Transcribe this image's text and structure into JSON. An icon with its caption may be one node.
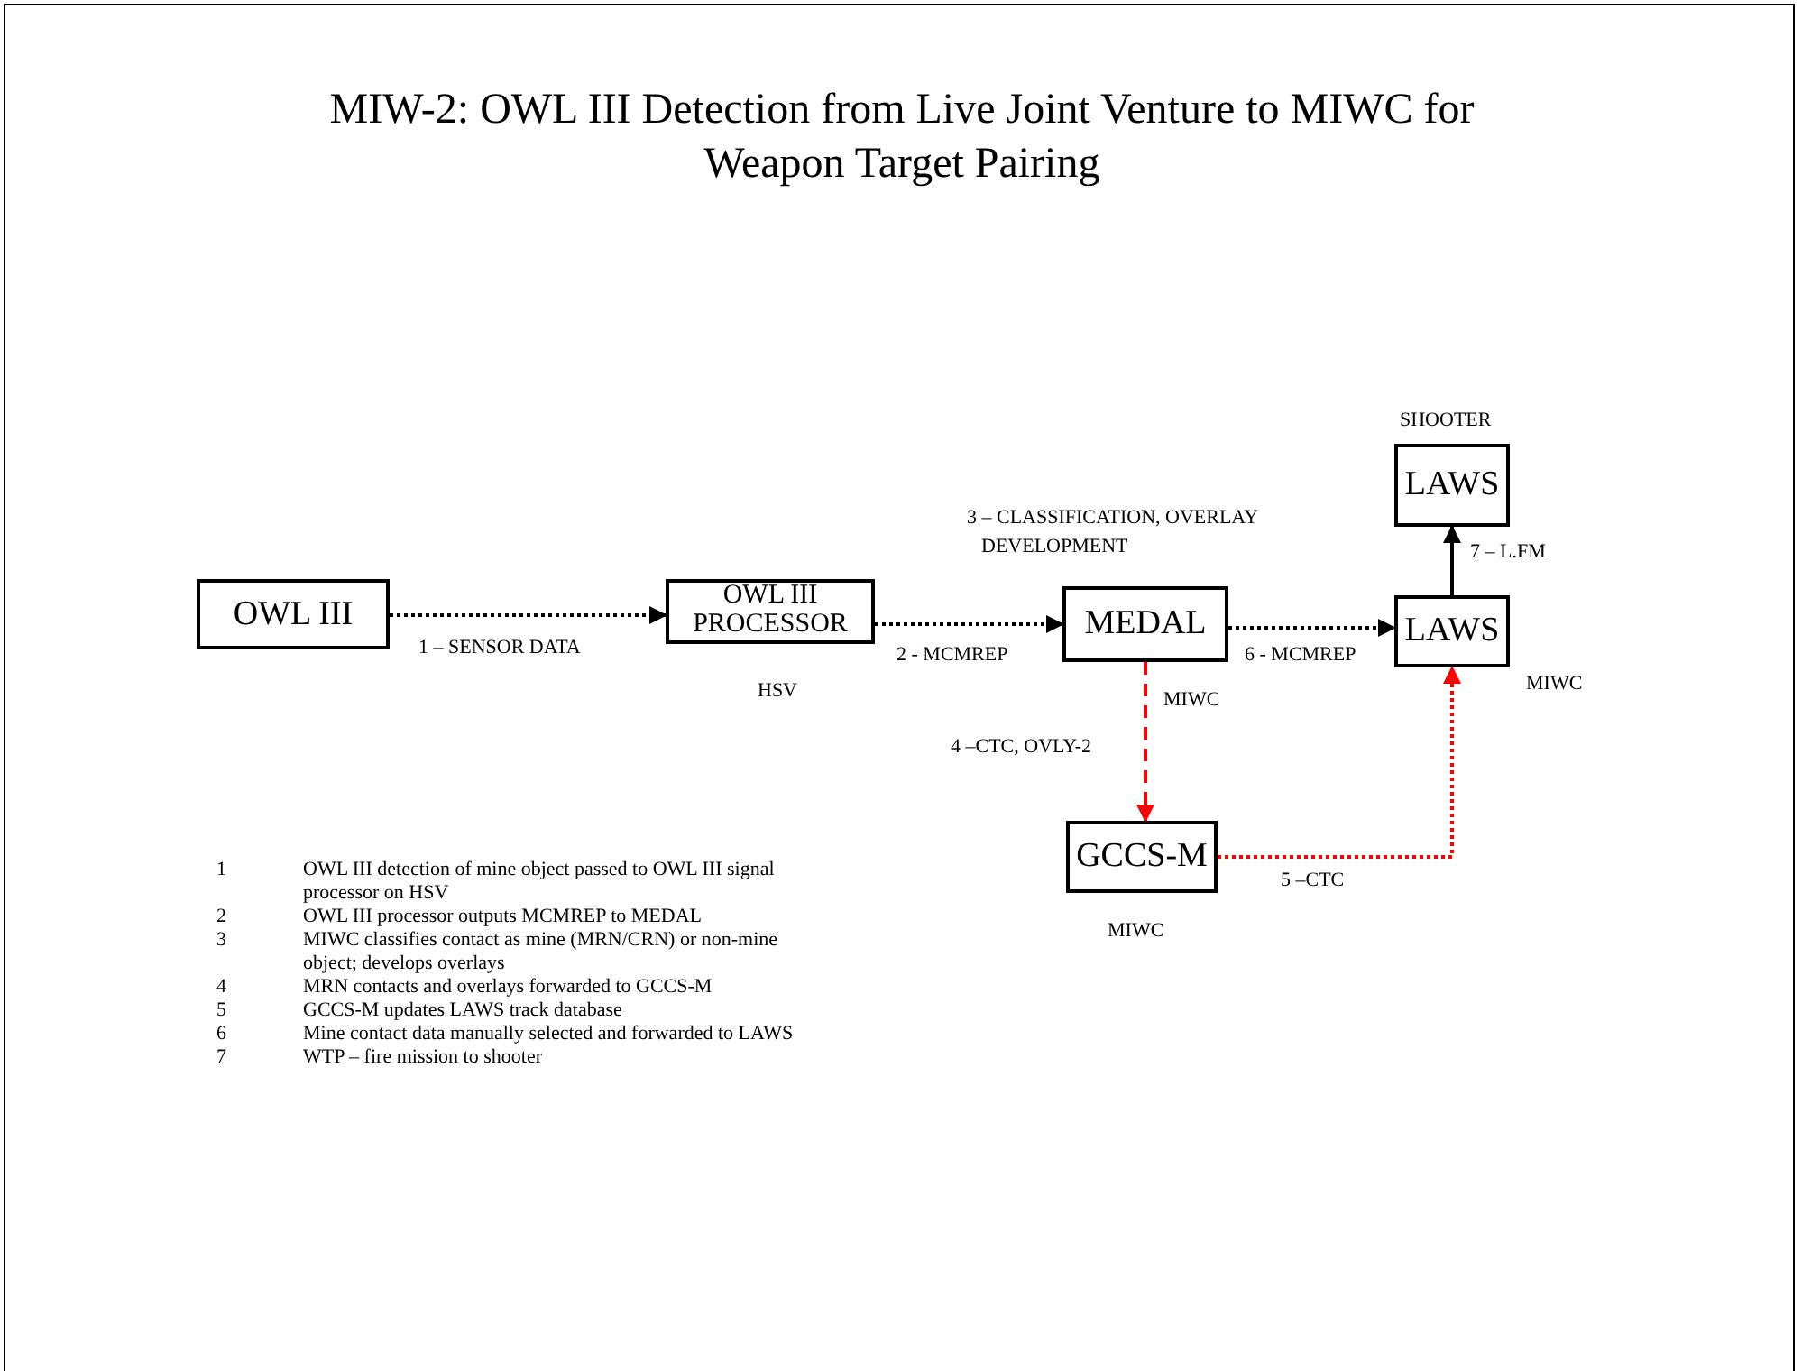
{
  "diagram": {
    "title": "MIW-2: OWL III Detection from Live Joint Venture to MIWC for Weapon Target Pairing",
    "nodes": [
      {
        "text": [
          "OWL III"
        ]
      },
      {
        "text": [
          "OWL III PROCESSOR"
        ],
        "beside": [
          "HSV"
        ]
      },
      {
        "text": [
          "MEDAL"
        ],
        "beside": [
          "3 – CLASSIFICATION, OVERLAY DEVELOPMENT",
          "MIWC"
        ]
      },
      {
        "text": [
          "LAWS"
        ],
        "beside": [
          "SHOOTER"
        ]
      },
      {
        "text": [
          "LAWS"
        ],
        "beside": [
          "MIWC"
        ]
      },
      {
        "text": [
          "GCCS-M"
        ],
        "beside": [
          "MIWC"
        ]
      }
    ],
    "edges": [
      {
        "from": 0,
        "to": 1,
        "arrow": "to",
        "label": "1 – SENSOR DATA",
        "style": "dashed"
      },
      {
        "from": 1,
        "to": 2,
        "arrow": "to",
        "label": "2 - MCMREP",
        "style": "dashed"
      },
      {
        "from": 2,
        "to": 4,
        "arrow": "to",
        "label": "6 - MCMREP",
        "style": "dashed"
      },
      {
        "from": 2,
        "to": 5,
        "arrow": "to",
        "label": "4 –CTC, OVLY-2",
        "style": "dashed",
        "color": "#ff0000"
      },
      {
        "from": 5,
        "to": 4,
        "arrow": "to",
        "label": "5 –CTC",
        "style": "dashed",
        "color": "#ff0000"
      },
      {
        "from": 4,
        "to": 3,
        "arrow": "to",
        "label": "7 – L.FM"
      }
    ],
    "labels": [
      "1",
      "OWL III detection of mine object passed to OWL III signal processor on HSV",
      "2",
      "OWL III processor outputs MCMREP to MEDAL",
      "3",
      "MIWC classifies contact as mine (MRN/CRN) or non-mine object; develops overlays",
      "4",
      "MRN contacts and overlays forwarded to GCCS-M",
      "5",
      "GCCS-M updates LAWS track database",
      "6",
      "Mine contact data manually selected and forwarded to LAWS",
      "7",
      "WTP – fire mission to shooter"
    ]
  }
}
